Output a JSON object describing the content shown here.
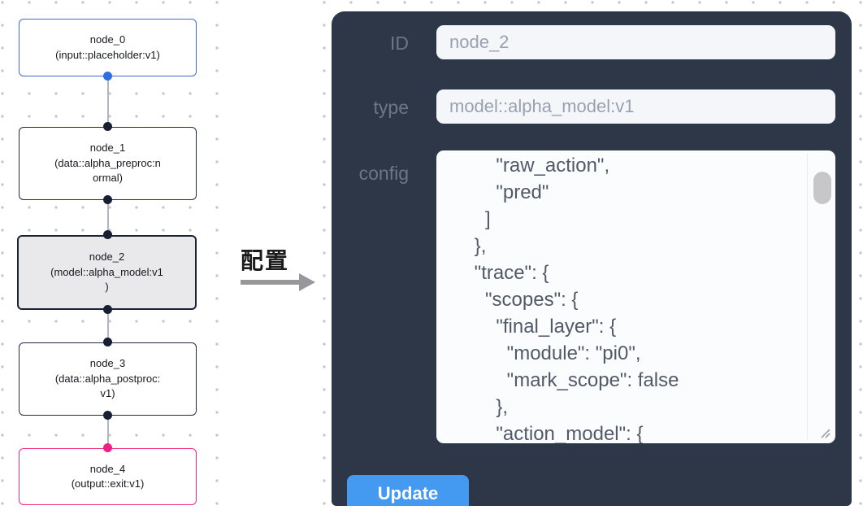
{
  "canvas": {
    "nodes": [
      {
        "id": "node_0",
        "label": "node_0\n(input::placeholder:v1)",
        "kind": "input"
      },
      {
        "id": "node_1",
        "label": "node_1\n(data::alpha_preproc:n\normal)",
        "kind": "data"
      },
      {
        "id": "node_2",
        "label": "node_2\n(model::alpha_model:v1\n)",
        "kind": "model",
        "selected": true
      },
      {
        "id": "node_3",
        "label": "node_3\n(data::alpha_postproc:\nv1)",
        "kind": "data"
      },
      {
        "id": "node_4",
        "label": "node_4\n(output::exit:v1)",
        "kind": "output"
      }
    ]
  },
  "annotation": {
    "label": "配置"
  },
  "panel": {
    "id_field": {
      "label": "ID",
      "value": "node_2"
    },
    "type_field": {
      "label": "type",
      "value": "model::alpha_model:v1"
    },
    "config_field": {
      "label": "config",
      "value": "        \"raw_action\",\n        \"pred\"\n      ]\n    },\n    \"trace\": {\n      \"scopes\": {\n        \"final_layer\": {\n          \"module\": \"pi0\",\n          \"mark_scope\": false\n        },\n        \"action_model\": {"
    },
    "update_label": "Update"
  },
  "colors": {
    "panel_bg": "#2d3748",
    "button_blue": "#4499f0",
    "input_node_border": "#3e6cce",
    "output_node_border": "#ee2d7e",
    "selected_node_bg": "#e9e9ec",
    "port_dark": "#191f33",
    "port_blue": "#2e6edd",
    "port_pink": "#f01d86"
  }
}
